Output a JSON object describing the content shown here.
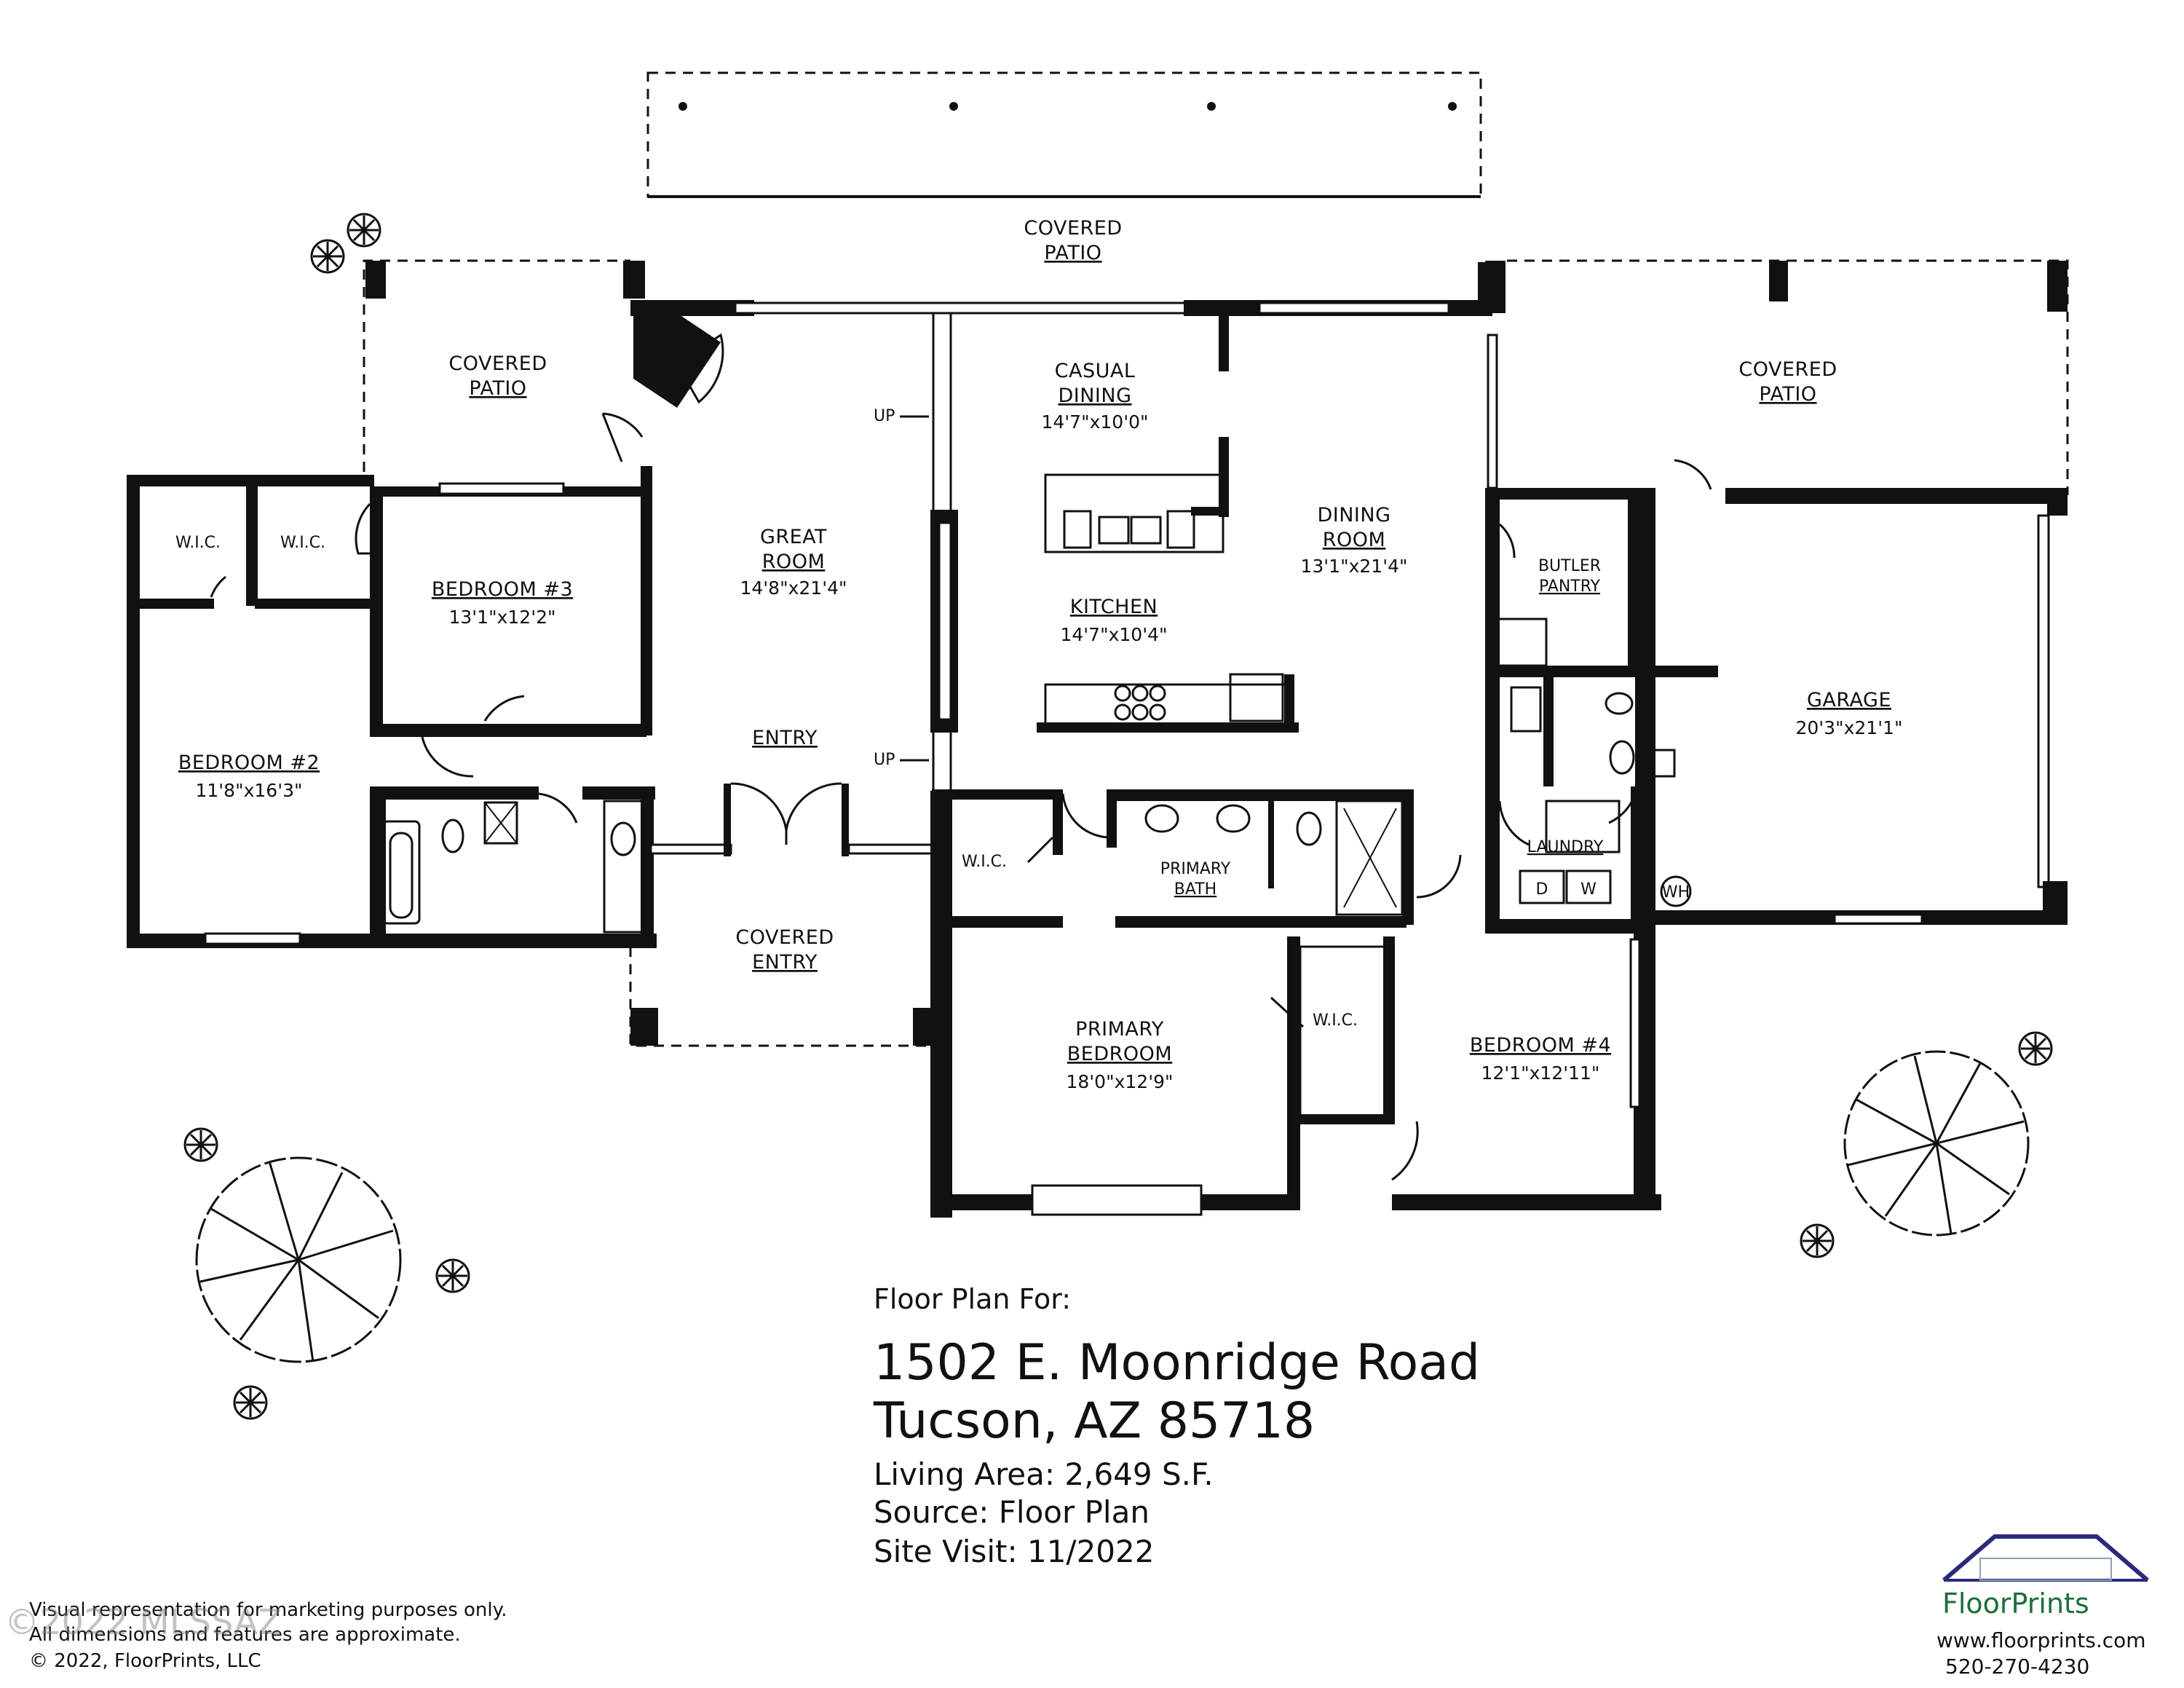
{
  "rooms": {
    "covered_patio_top": [
      "COVERED",
      "PATIO"
    ],
    "covered_patio_left": [
      "COVERED",
      "PATIO"
    ],
    "covered_patio_right": [
      "COVERED",
      "PATIO"
    ],
    "casual_dining": [
      "CASUAL",
      "DINING"
    ],
    "casual_dining_dim": "14'7\"x10'0\"",
    "great_room": [
      "GREAT",
      "ROOM"
    ],
    "great_room_dim": "14'8\"x21'4\"",
    "dining_room": [
      "DINING",
      "ROOM"
    ],
    "dining_room_dim": "13'1\"x21'4\"",
    "kitchen": "KITCHEN",
    "kitchen_dim": "14'7\"x10'4\"",
    "butler_pantry": [
      "BUTLER",
      "PANTRY"
    ],
    "garage": "GARAGE",
    "garage_dim": "20'3\"x21'1\"",
    "wic": "W.I.C.",
    "bedroom3": "BEDROOM #3",
    "bedroom3_dim": "13'1\"x12'2\"",
    "bedroom2": "BEDROOM #2",
    "bedroom2_dim": "11'8\"x16'3\"",
    "entry": "ENTRY",
    "up": "UP",
    "primary_bath": [
      "PRIMARY",
      "BATH"
    ],
    "laundry": "LAUNDRY",
    "dryer": "D",
    "washer": "W",
    "water_heater": "WH",
    "covered_entry": [
      "COVERED",
      "ENTRY"
    ],
    "primary_bedroom": [
      "PRIMARY",
      "BEDROOM"
    ],
    "primary_bedroom_dim": "18'0\"x12'9\"",
    "bedroom4": "BEDROOM #4",
    "bedroom4_dim": "12'1\"x12'11\""
  },
  "info": {
    "label": "Floor Plan For:",
    "address_line1": "1502 E. Moonridge Road",
    "address_line2": "Tucson, AZ  85718",
    "living_area": "Living Area:  2,649 S.F.",
    "source": "Source:  Floor Plan",
    "site_visit": "Site Visit:  11/2022"
  },
  "disclaimer": {
    "line1": "Visual representation for marketing purposes only.",
    "line2": "All dimensions and features are approximate.",
    "line3": "© 2022, FloorPrints, LLC",
    "watermark": "©2022 MLSSAZ"
  },
  "logo": {
    "name": "FloorPrints",
    "url": "www.floorprints.com",
    "phone": "520-270-4230",
    "color": "#1c6f3a"
  }
}
